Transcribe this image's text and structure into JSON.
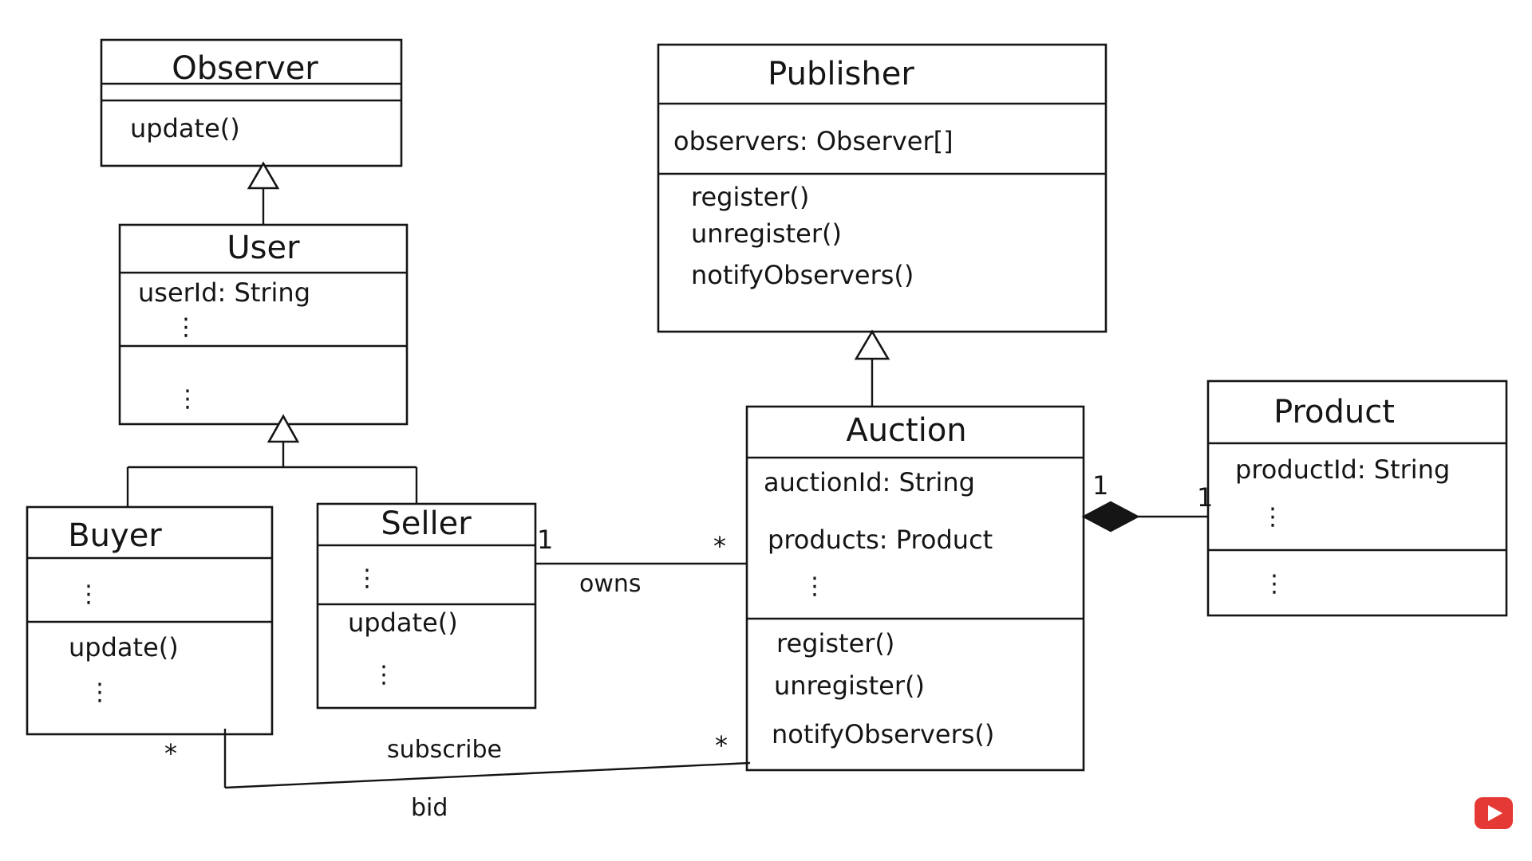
{
  "diagram": {
    "classes": {
      "observer": {
        "name": "Observer",
        "attributes": [],
        "methods": [
          "update()"
        ]
      },
      "user": {
        "name": "User",
        "attributes": [
          "userId: String",
          "⋮"
        ],
        "methods": [
          "⋮"
        ]
      },
      "buyer": {
        "name": "Buyer",
        "attributes": [
          "⋮"
        ],
        "methods": [
          "update()",
          "⋮"
        ]
      },
      "seller": {
        "name": "Seller",
        "attributes": [
          "⋮"
        ],
        "methods": [
          "update()",
          "⋮"
        ]
      },
      "publisher": {
        "name": "Publisher",
        "attributes": [
          "observers: Observer[]"
        ],
        "methods": [
          "register()",
          "unregister()",
          "notifyObservers()"
        ]
      },
      "auction": {
        "name": "Auction",
        "attributes": [
          "auctionId: String",
          "products: Product",
          "⋮"
        ],
        "methods": [
          "register()",
          "unregister()",
          "notifyObservers()"
        ]
      },
      "product": {
        "name": "Product",
        "attributes": [
          "productId: String",
          "⋮"
        ],
        "methods": [
          "⋮"
        ]
      }
    },
    "associations": {
      "owns": {
        "label": "owns",
        "source_multiplicity": "1",
        "target_multiplicity": "*"
      },
      "subscribe": {
        "label": "subscribe",
        "source_multiplicity": "*",
        "target_multiplicity": "*"
      },
      "bid": {
        "label": "bid"
      },
      "composition": {
        "source_multiplicity": "1",
        "target_multiplicity": "1"
      }
    }
  },
  "colors": {
    "ink": "#151515",
    "background": "#ffffff",
    "subscribe_badge": "#e53935"
  },
  "icons": {
    "subscribe_badge": "play-icon"
  }
}
